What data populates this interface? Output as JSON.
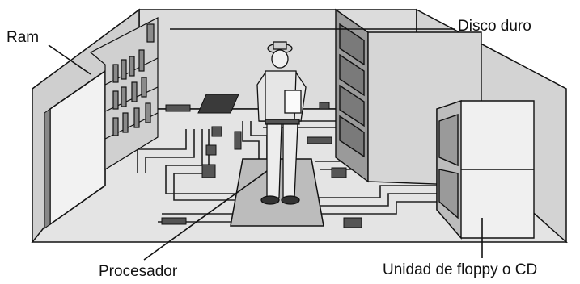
{
  "labels": {
    "ram": "Ram",
    "disk": "Disco duro",
    "processor": "Procesador",
    "floppy": "Unidad de floppy o CD"
  },
  "colors": {
    "ink": "#111111",
    "wall": "#d9d9d9",
    "wall_dark": "#bdbdbd",
    "floor": "#c8c8c8",
    "board": "#e8e8e8",
    "panel": "#f4f4f4"
  },
  "icons": {
    "figure": "security-guard-illustration"
  }
}
